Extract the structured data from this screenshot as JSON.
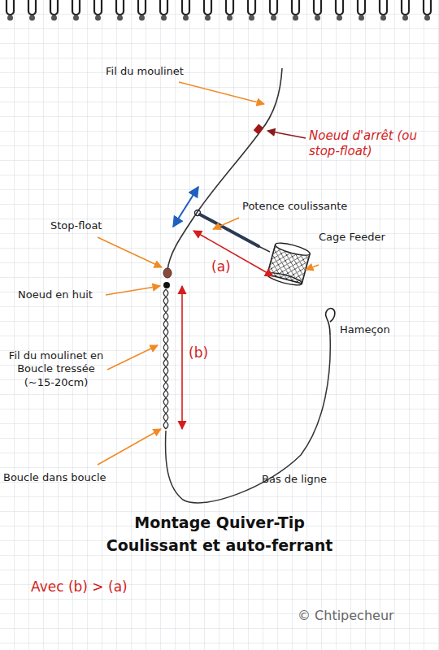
{
  "diagram": {
    "title": "Montage Quiver-Tip Coulissant et auto-ferrant",
    "labels": [
      "Fil du moulinet",
      "Noeud d'arrêt (ou stop-float)",
      "Potence coulissante",
      "Cage Feeder",
      "Stop-float",
      "(a)",
      "Noeud en huit",
      "Hameçon",
      "(b)",
      "Fil du moulinet en Boucle tressée (~15-20cm)",
      "Boucle dans boucle",
      "Bas de ligne",
      "Avec (b) > (a)",
      "© Chtipecheur"
    ]
  }
}
